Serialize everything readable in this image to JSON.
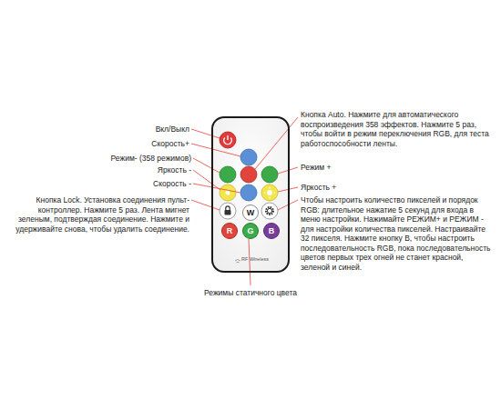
{
  "diagram": {
    "nodes": [
      {
        "text": [
          "RF Wireless"
        ]
      },
      {
        "text": [
          "W"
        ],
        "in": 0
      },
      {
        "text": [
          "R"
        ],
        "in": 0
      },
      {
        "text": [
          "G"
        ],
        "in": 0
      },
      {
        "text": [
          "B"
        ],
        "in": 0
      }
    ],
    "labels": [
      "Вкл/Выкл",
      "Скорость+",
      "Режим- (358 режимов)",
      "Яркость -",
      "Скорость -",
      "Кнопка Lock. Установка соединения пульт-контроллер. Нажмите 5 раз. Лента мигнет зеленым, подтверждая соединение. Нажмите и удерживайте снова, чтобы удалить соединение.",
      "Кнопка Auto. Нажмите для автоматического воспроизведения 358 эффектов. Нажмите 5 раз, чтобы войти в режим переключения RGB, для теста работоспособности ленты.",
      "Режим +",
      "Яркость +",
      "Чтобы настроить количество пикселей и порядок RGB: длительное нажатие 5 секунд для входа в меню настройки. Нажимайте РЕЖИМ+ и РЕЖИМ - для настройки количества пикселей. Настраивайте 32 пикселя. Нажмите кнопку В, чтобы настроить последовательность RGB, пока последовательность цветов первых трех огней не станет красной, зеленой и синей.",
      "Режимы статичного цвета"
    ]
  }
}
